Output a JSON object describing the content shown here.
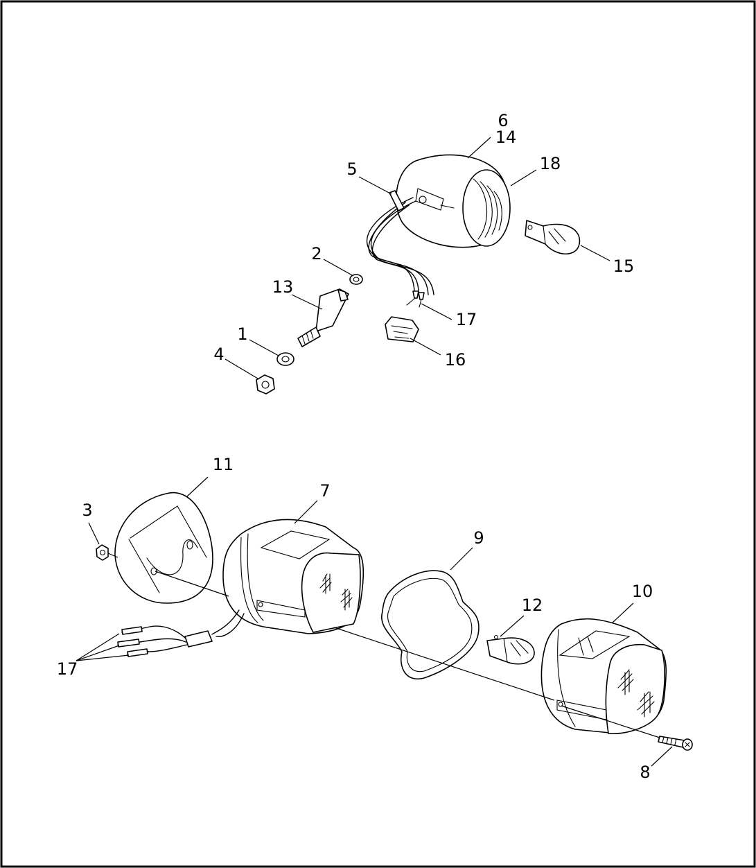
{
  "callouts": {
    "c1": "1",
    "c2": "2",
    "c3": "3",
    "c4": "4",
    "c5": "5",
    "c6": "6",
    "c7": "7",
    "c8": "8",
    "c9": "9",
    "c10": "10",
    "c11": "11",
    "c12": "12",
    "c13": "13",
    "c14": "14",
    "c15": "15",
    "c16": "16",
    "c17_top": "17",
    "c17_bottom": "17",
    "c18": "18"
  }
}
